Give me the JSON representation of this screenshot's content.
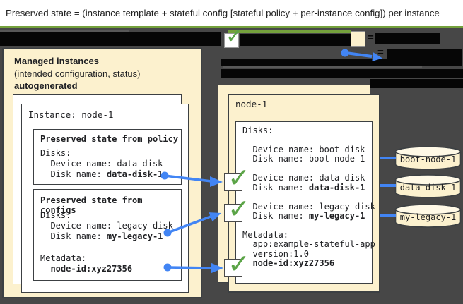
{
  "title": "Preserved state = (instance template + stateful config [stateful policy + per-instance config]) per instance",
  "legend": {
    "eq1": "=",
    "eq2": "="
  },
  "left_panel": {
    "heading": {
      "line1": "Managed instances",
      "line2": "(intended configuration, status)",
      "line3": "autogenerated"
    },
    "instance_label": "Instance: node-1",
    "policy_box": {
      "title": "Preserved state from policy",
      "lines": [
        {
          "pre": "Disks:"
        },
        {
          "pre": "  Device name: data-disk"
        },
        {
          "pre": "  Disk name: ",
          "bold": "data-disk-1"
        }
      ]
    },
    "configs_box": {
      "title": "Preserved state from configs",
      "lines": [
        {
          "pre": "Disks:"
        },
        {
          "pre": "  Device name: legacy-disk"
        },
        {
          "pre": "  Disk name: ",
          "bold": "my-legacy-1"
        },
        {
          "pre": ""
        },
        {
          "pre": "Metadata:"
        },
        {
          "pre": "  ",
          "bold": "node-id:xyz27356"
        }
      ]
    }
  },
  "node_panel": {
    "label": "node-1",
    "lines": [
      {
        "pre": "Disks:"
      },
      {
        "pre": ""
      },
      {
        "pre": "  Device name: boot-disk"
      },
      {
        "pre": "  Disk name: boot-node-1"
      },
      {
        "pre": ""
      },
      {
        "pre": "  Device name: data-disk"
      },
      {
        "pre": "  Disk name: ",
        "bold": "data-disk-1"
      },
      {
        "pre": ""
      },
      {
        "pre": "  Device name: legacy-disk"
      },
      {
        "pre": "  Disk name: ",
        "bold": "my-legacy-1"
      },
      {
        "pre": ""
      },
      {
        "pre": "Metadata:"
      },
      {
        "pre": "  app:example-stateful-app"
      },
      {
        "pre": "  version:1.0"
      },
      {
        "pre": "  ",
        "bold": "node-id:xyz27356"
      }
    ]
  },
  "disks": {
    "labels": [
      "boot-node-1",
      "data-disk-1",
      "my-legacy-1"
    ]
  },
  "colors": {
    "accent_blue": "#4285F4",
    "accent_green": "#74A13C",
    "check_green": "#5BA447",
    "panel_cream": "#FCF1CE",
    "background_dark": "#474747"
  }
}
